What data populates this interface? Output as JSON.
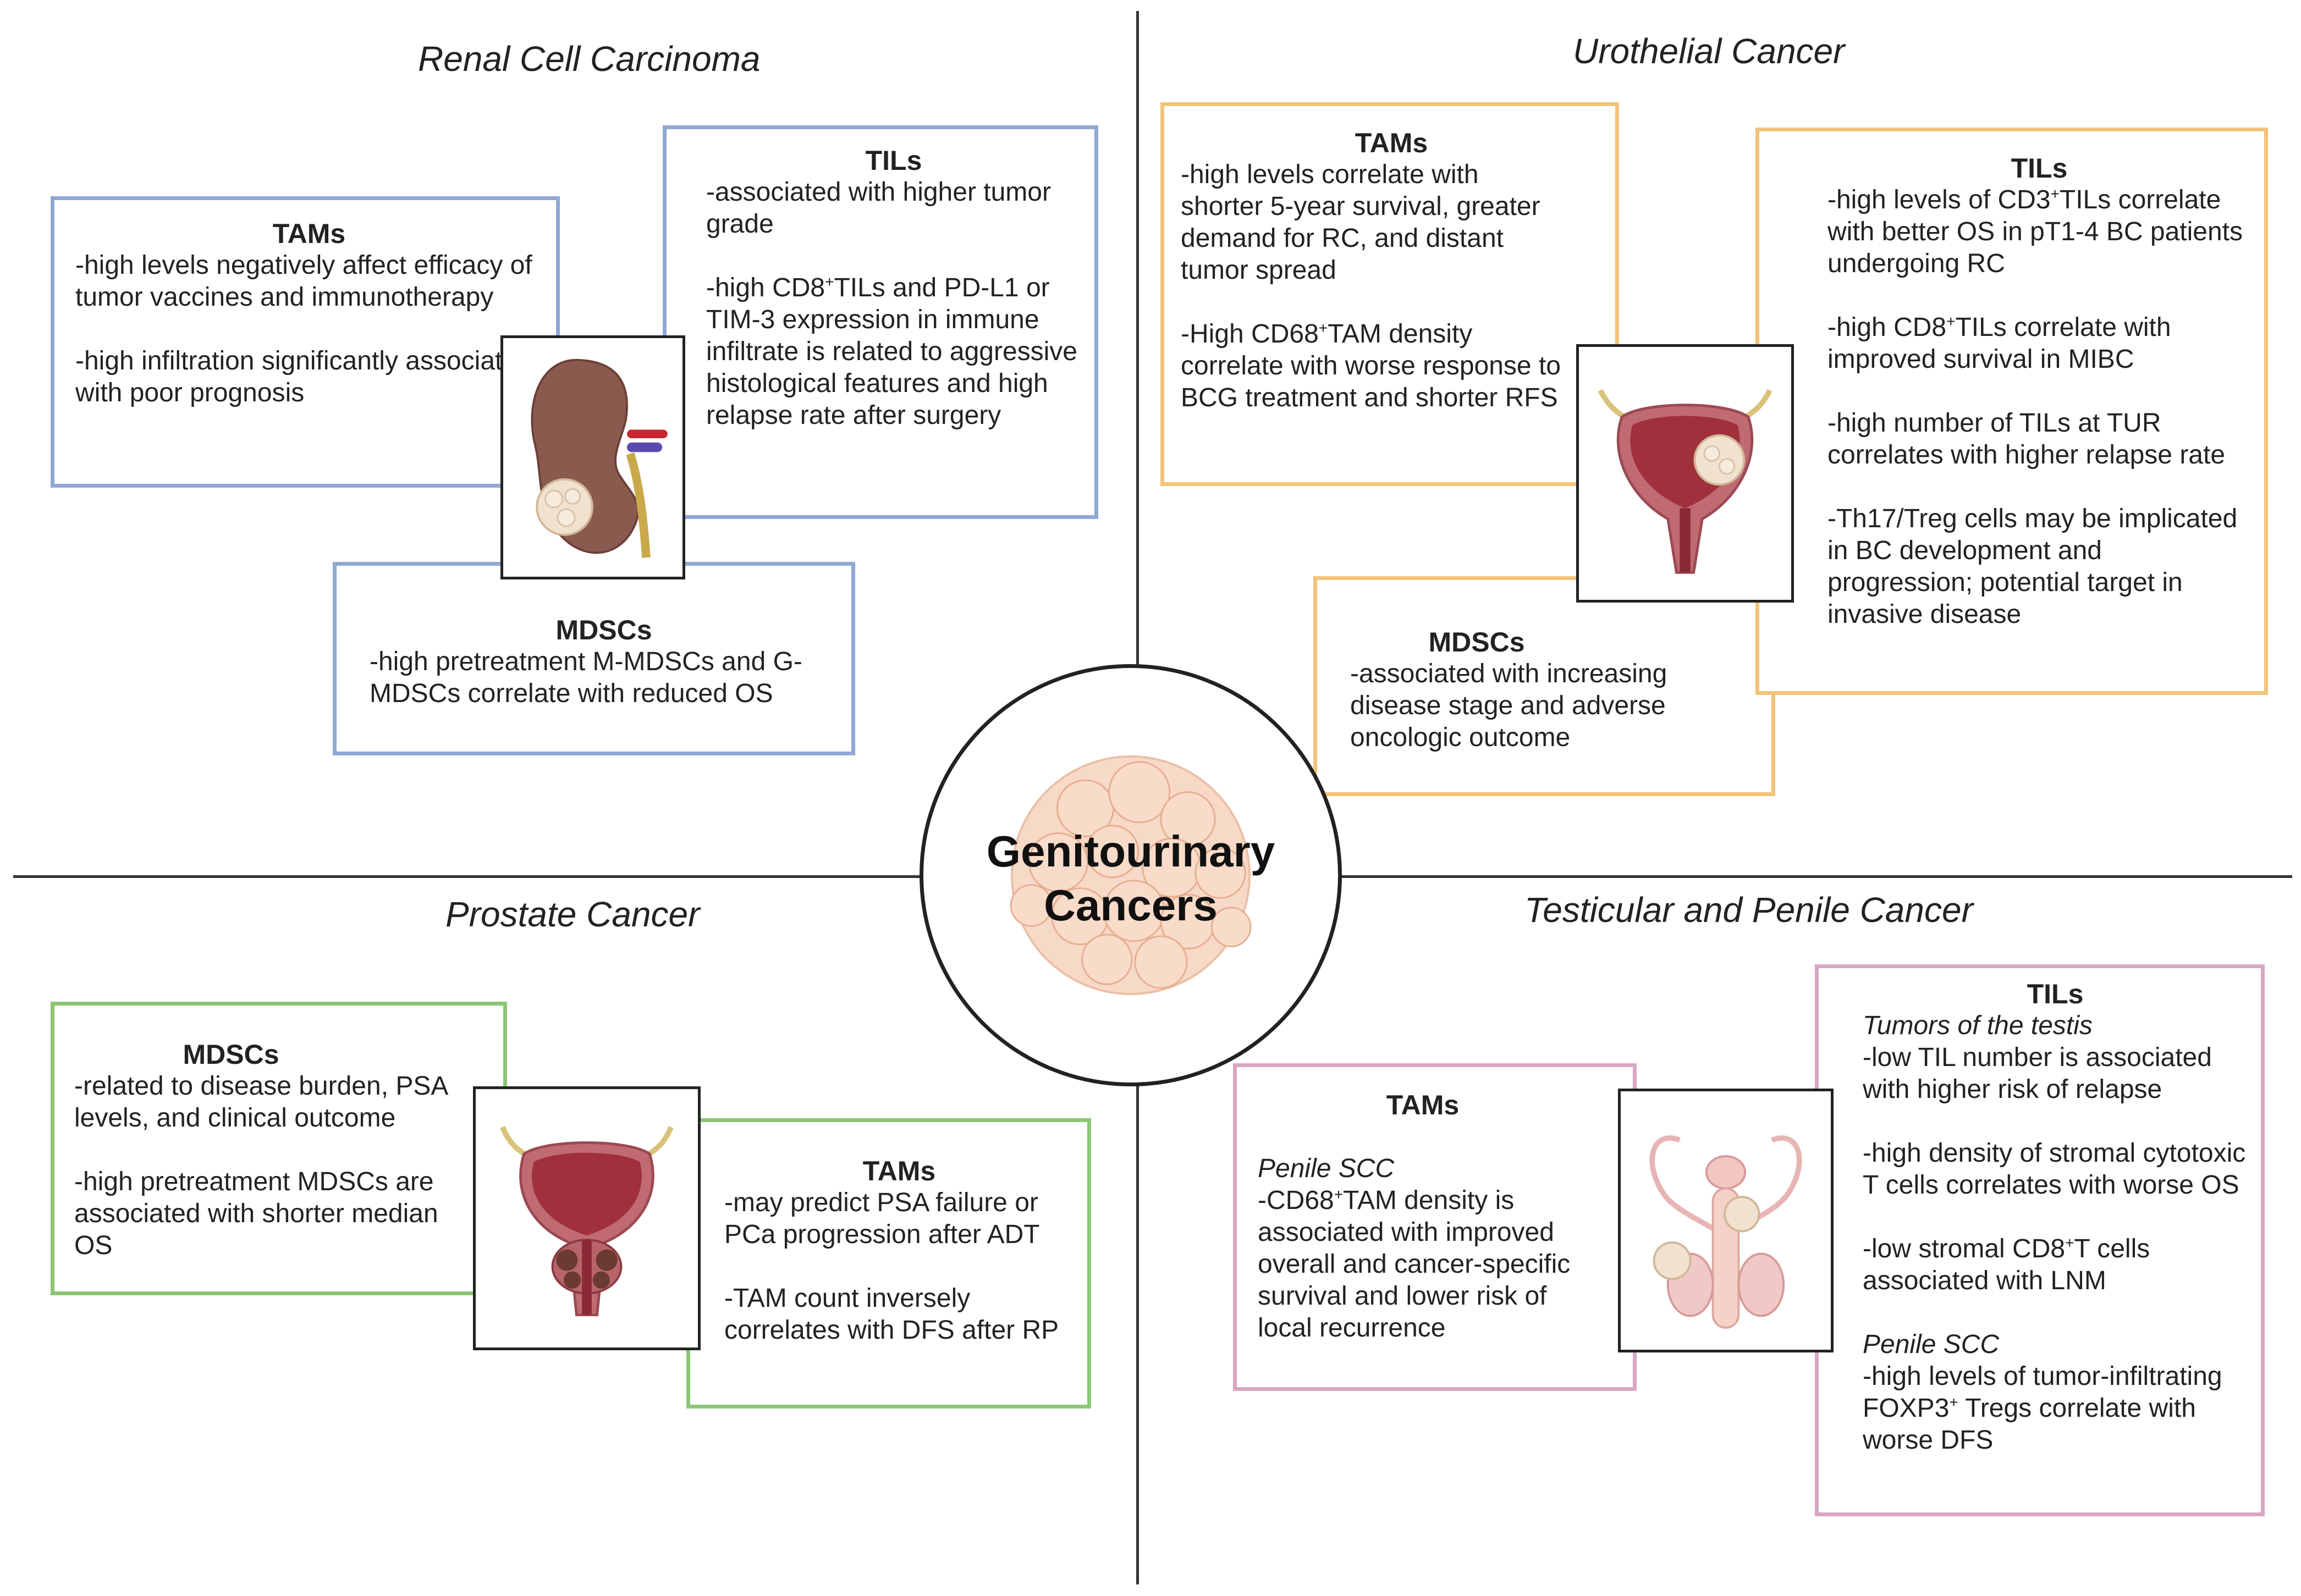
{
  "center": {
    "line1": "Genitourinary",
    "line2": "Cancers"
  },
  "quadrants": {
    "rcc": {
      "title": "Renal Cell Carcinoma",
      "tams": {
        "heading": "TAMs",
        "p1": "-high levels negatively affect efficacy of tumor vaccines and immunotherapy",
        "p2": "-high infiltration significantly associates with poor prognosis"
      },
      "tils": {
        "heading": "TILs",
        "p1": "-associated with higher tumor grade",
        "p2a": "-high CD8",
        "p2sup": "+",
        "p2b": "TILs and PD-L1 or TIM-3 expression in immune infiltrate is related to aggressive histological features and high relapse rate after surgery"
      },
      "mdscs": {
        "heading": "MDSCs",
        "p1": "-high pretreatment M-MDSCs and G-MDSCs correlate with reduced OS"
      }
    },
    "uc": {
      "title": "Urothelial Cancer",
      "tams": {
        "heading": "TAMs",
        "p1": "-high levels correlate with shorter 5-year survival, greater demand for RC, and distant tumor spread",
        "p2a": "-High CD68",
        "p2sup": "+",
        "p2b": "TAM density correlate with worse response to BCG treatment and shorter RFS"
      },
      "tils": {
        "heading": "TILs",
        "p1a": "-high levels of CD3",
        "p1sup": "+",
        "p1b": "TILs correlate with  better OS in pT1-4 BC patients undergoing RC",
        "p2a": "-high CD8",
        "p2sup": "+",
        "p2b": "TILs correlate with improved survival in MIBC",
        "p3": "-high number of TILs at TUR correlates with higher relapse rate",
        "p4": "-Th17/Treg cells may be implicated in BC development and progression; potential target in invasive disease"
      },
      "mdscs": {
        "heading": "MDSCs",
        "p1": "-associated with increasing disease stage and adverse oncologic outcome"
      }
    },
    "pc": {
      "title": "Prostate Cancer",
      "mdscs": {
        "heading": "MDSCs",
        "p1": "-related to disease burden, PSA levels, and clinical outcome",
        "p2": "-high pretreatment MDSCs are associated with shorter median OS"
      },
      "tams": {
        "heading": "TAMs",
        "p1": "-may predict PSA failure or PCa progression after ADT",
        "p2": "-TAM count  inversely correlates with DFS after RP"
      }
    },
    "tpc": {
      "title": "Testicular and Penile Cancer",
      "tams": {
        "heading": "TAMs",
        "sub": "Penile SCC",
        "p1a": "-CD68",
        "p1sup": "+",
        "p1b": "TAM density is associated with improved overall and cancer-specific survival and lower risk of local recurrence"
      },
      "tils": {
        "heading": "TILs",
        "sub1": "Tumors of the testis",
        "p1": "-low TIL number is associated with higher risk of relapse",
        "p2": "-high density of stromal cytotoxic T cells correlates with worse OS",
        "p3a": "-low stromal CD8",
        "p3sup": "+",
        "p3b": "T cells associated with LNM",
        "sub2": "Penile SCC",
        "p4a": "-high levels of tumor-infiltrating FOXP3",
        "p4sup": "+",
        "p4b": " Tregs correlate with worse DFS"
      }
    }
  },
  "colors": {
    "rcc": "#8fa8d4",
    "uc": "#f2c37a",
    "pc": "#8cc673",
    "tpc": "#d9a6c2"
  },
  "icons": [
    "kidney-illustration",
    "bladder-illustration",
    "prostate-illustration",
    "male-reproductive-illustration",
    "tumor-cell-cluster"
  ]
}
